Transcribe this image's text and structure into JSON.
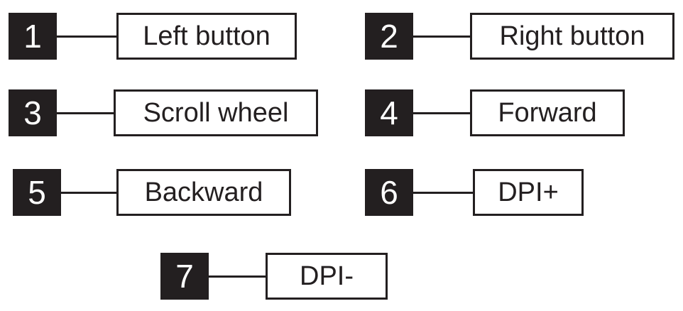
{
  "legend": {
    "items": [
      {
        "number": "1",
        "label": "Left button"
      },
      {
        "number": "2",
        "label": "Right button"
      },
      {
        "number": "3",
        "label": "Scroll wheel"
      },
      {
        "number": "4",
        "label": "Forward"
      },
      {
        "number": "5",
        "label": "Backward"
      },
      {
        "number": "6",
        "label": "DPI+"
      },
      {
        "number": "7",
        "label": "DPI-"
      }
    ]
  },
  "colors": {
    "box_fill": "#231f20",
    "number_text": "#ffffff",
    "label_border": "#231f20",
    "label_text": "#231f20",
    "background": "#ffffff"
  }
}
